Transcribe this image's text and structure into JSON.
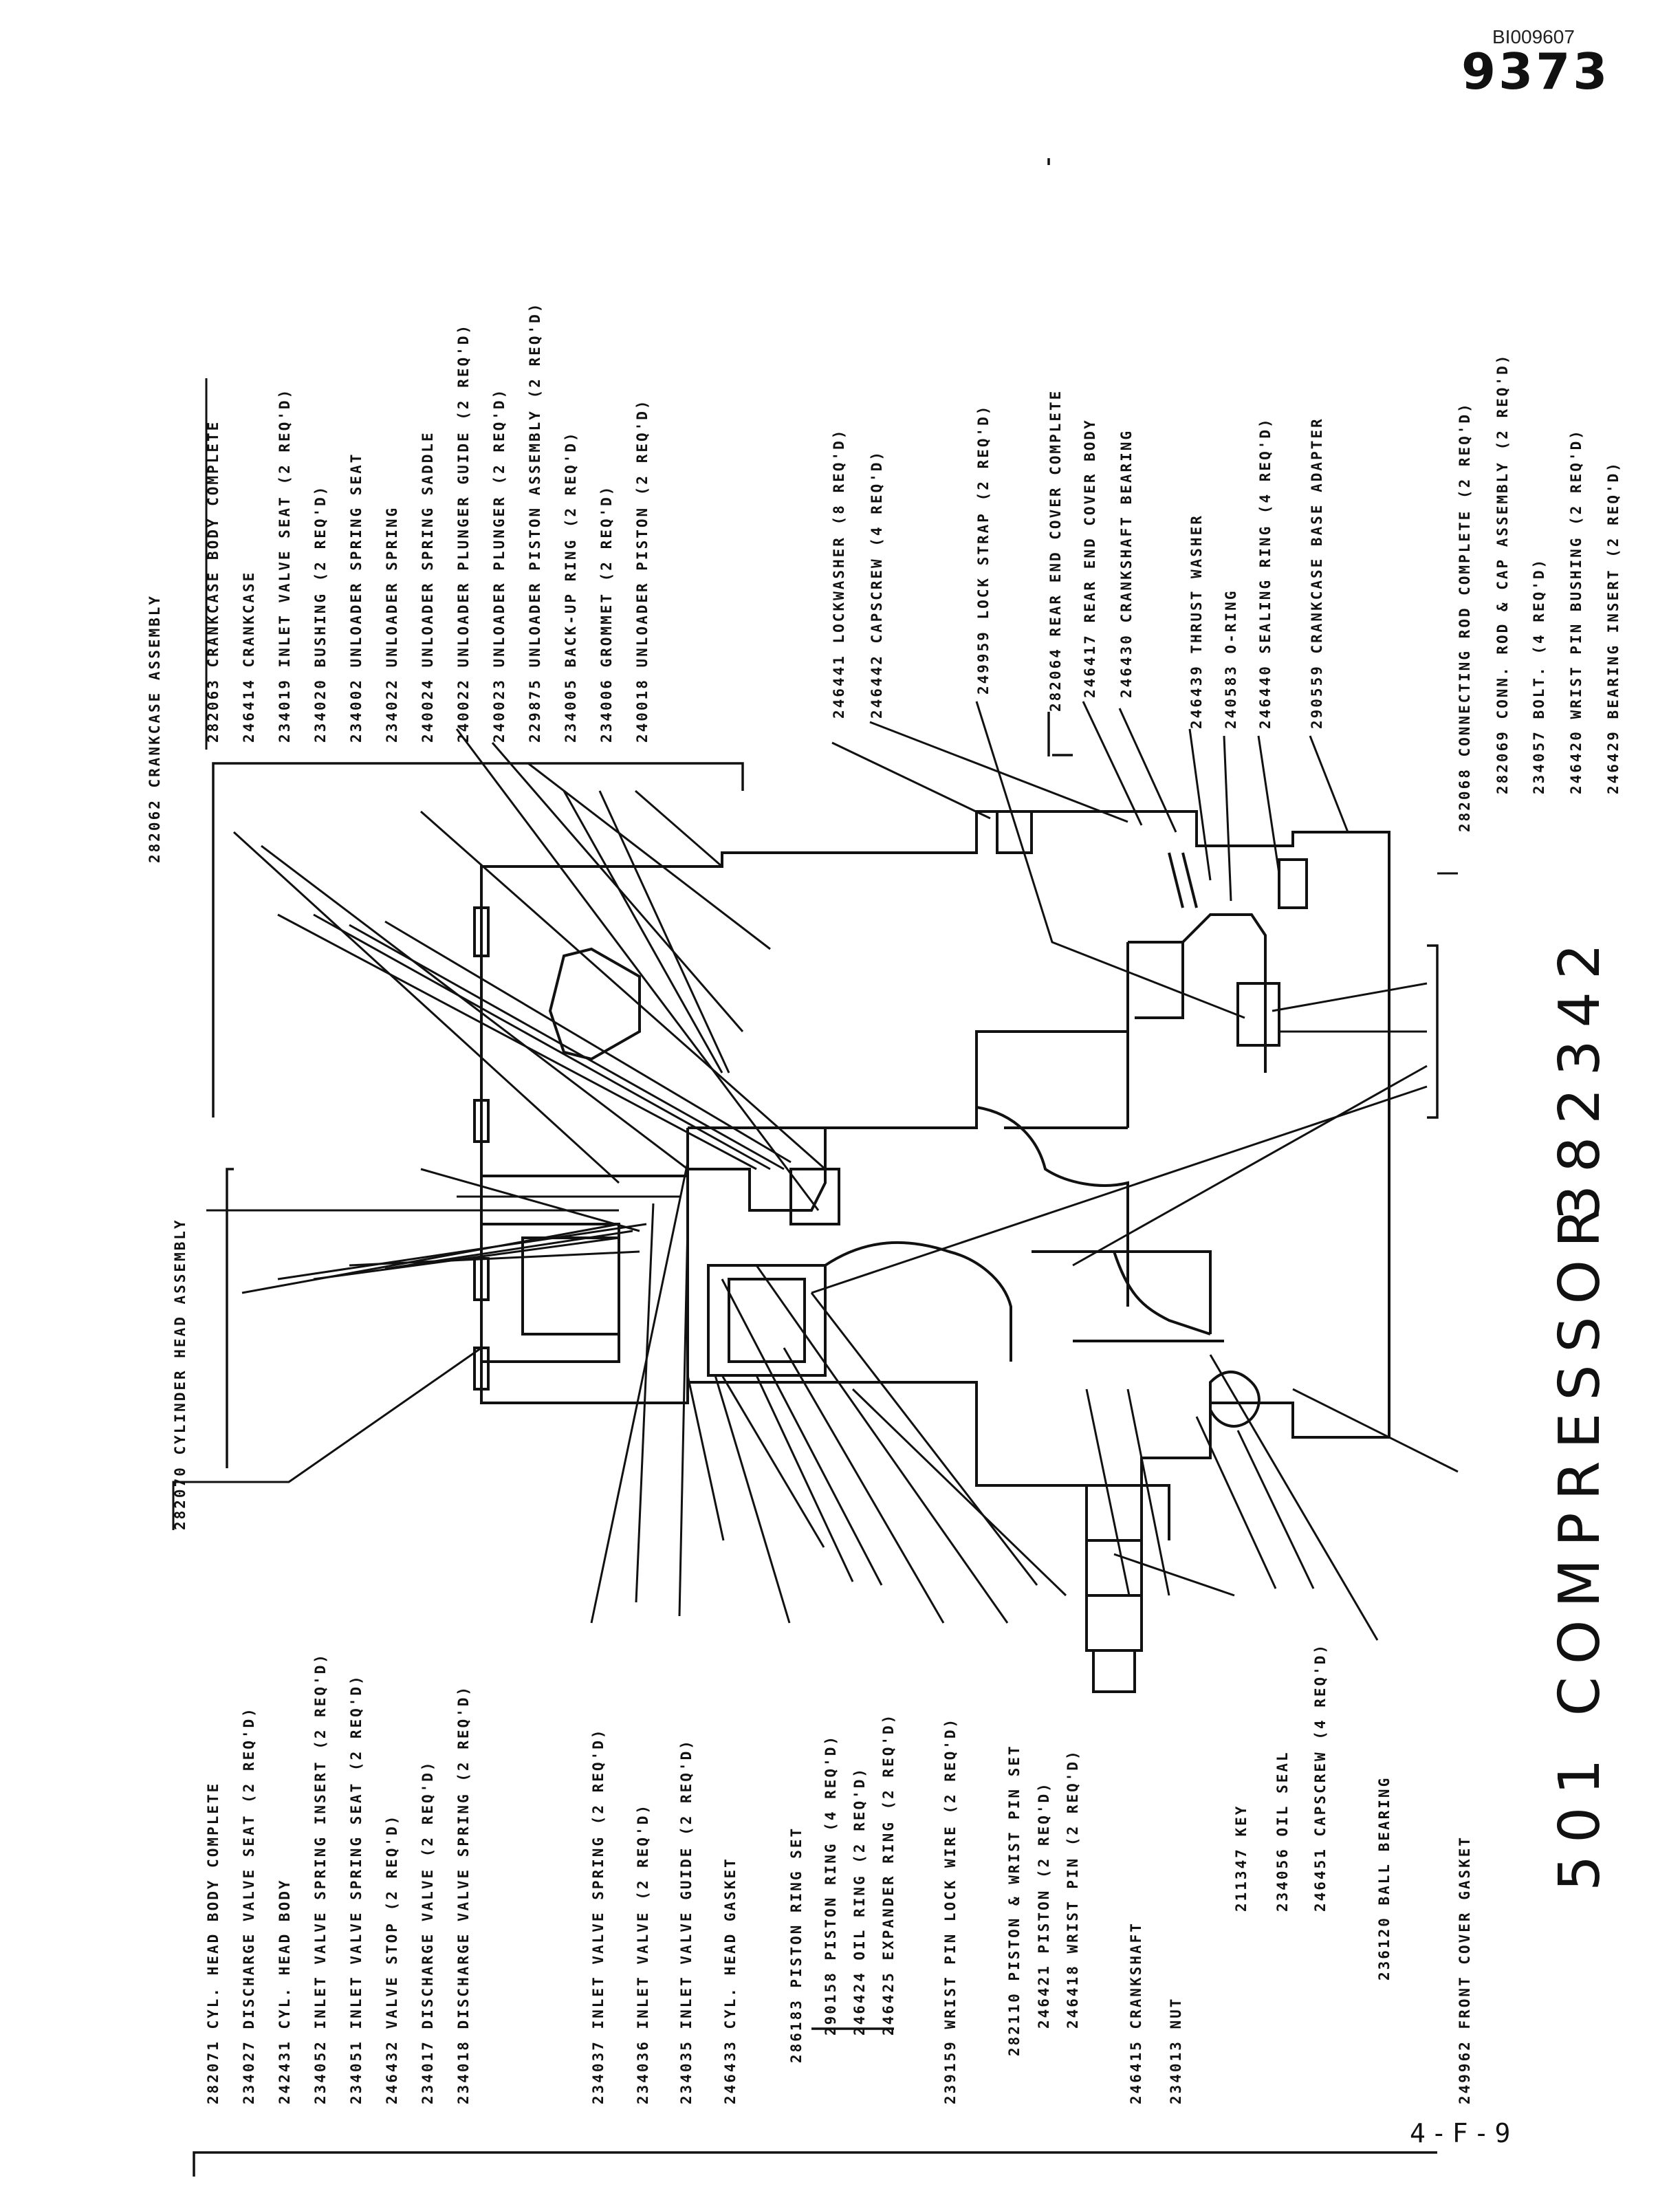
{
  "document": {
    "id": "BI009607",
    "number": "9373",
    "page": "4-F-9",
    "title_left": "501 COMPRESSOR",
    "title_right": "382342"
  },
  "left_parts": [
    "282070  CYLINDER HEAD ASSEMBLY",
    "282071  CYL. HEAD BODY COMPLETE",
    "234027  DISCHARGE VALVE SEAT (2 REQ'D)",
    "242431  CYL. HEAD BODY",
    "234052  INLET VALVE SPRING INSERT (2 REQ'D)",
    "234051  INLET VALVE SPRING SEAT (2 REQ'D)",
    "246432  VALVE STOP (2 REQ'D)",
    "234017  DISCHARGE VALVE (2 REQ'D)",
    "234018  DISCHARGE VALVE SPRING (2 REQ'D)",
    "234037  INLET VALVE SPRING (2 REQ'D)",
    "234036  INLET VALVE (2 REQ'D)",
    "234035  INLET VALVE GUIDE (2 REQ'D)",
    "246433  CYL. HEAD GASKET",
    "286183  PISTON RING SET",
    "290158  PISTON RING (4 REQ'D)",
    "246424  OIL RING (2 REQ'D)",
    "246425  EXPANDER RING (2 REQ'D)",
    "239159  WRIST PIN LOCK WIRE (2 REQ'D)",
    "282110  PISTON & WRIST PIN SET",
    "246421  PISTON (2 REQ'D)",
    "246418  WRIST PIN (2 REQ'D)",
    "246415  CRANKSHAFT",
    "234013  NUT",
    "211347  KEY",
    "234056  OIL SEAL",
    "246451  CAPSCREW (4 REQ'D)",
    "236120  BALL BEARING",
    "249962  FRONT COVER GASKET"
  ],
  "right_parts": [
    "282062  CRANKCASE ASSEMBLY",
    "282063  CRANKCASE BODY COMPLETE",
    "246414  CRANKCASE",
    "234019  INLET VALVE SEAT (2 REQ'D)",
    "234020  BUSHING (2 REQ'D)",
    "234002  UNLOADER SPRING SEAT",
    "234022  UNLOADER SPRING",
    "240024  UNLOADER SPRING SADDLE",
    "240022  UNLOADER PLUNGER GUIDE (2 REQ'D)",
    "240023  UNLOADER PLUNGER (2 REQ'D)",
    "229875  UNLOADER PISTON ASSEMBLY (2 REQ'D)",
    "234005  BACK-UP RING (2 REQ'D)",
    "234006  GROMMET (2 REQ'D)",
    "240018  UNLOADER PISTON (2 REQ'D)",
    "246441  LOCKWASHER (8 REQ'D)",
    "246442  CAPSCREW (4 REQ'D)",
    "249959  LOCK STRAP (2 REQ'D)",
    "282064  REAR END COVER COMPLETE",
    "246417  REAR END COVER BODY",
    "246430  CRANKSHAFT BEARING",
    "246439  THRUST WASHER",
    "240583  O-RING",
    "246440  SEALING RING (4 REQ'D)",
    "290559  CRANKCASE BASE ADAPTER",
    "282068  CONNECTING ROD COMPLETE (2 REQ'D)",
    "282069  CONN. ROD & CAP ASSEMBLY (2 REQ'D)",
    "234057  BOLT. (4 REQ'D)",
    "246420  WRIST PIN BUSHING (2 REQ'D)",
    "246429  BEARING INSERT (2 REQ'D)"
  ]
}
